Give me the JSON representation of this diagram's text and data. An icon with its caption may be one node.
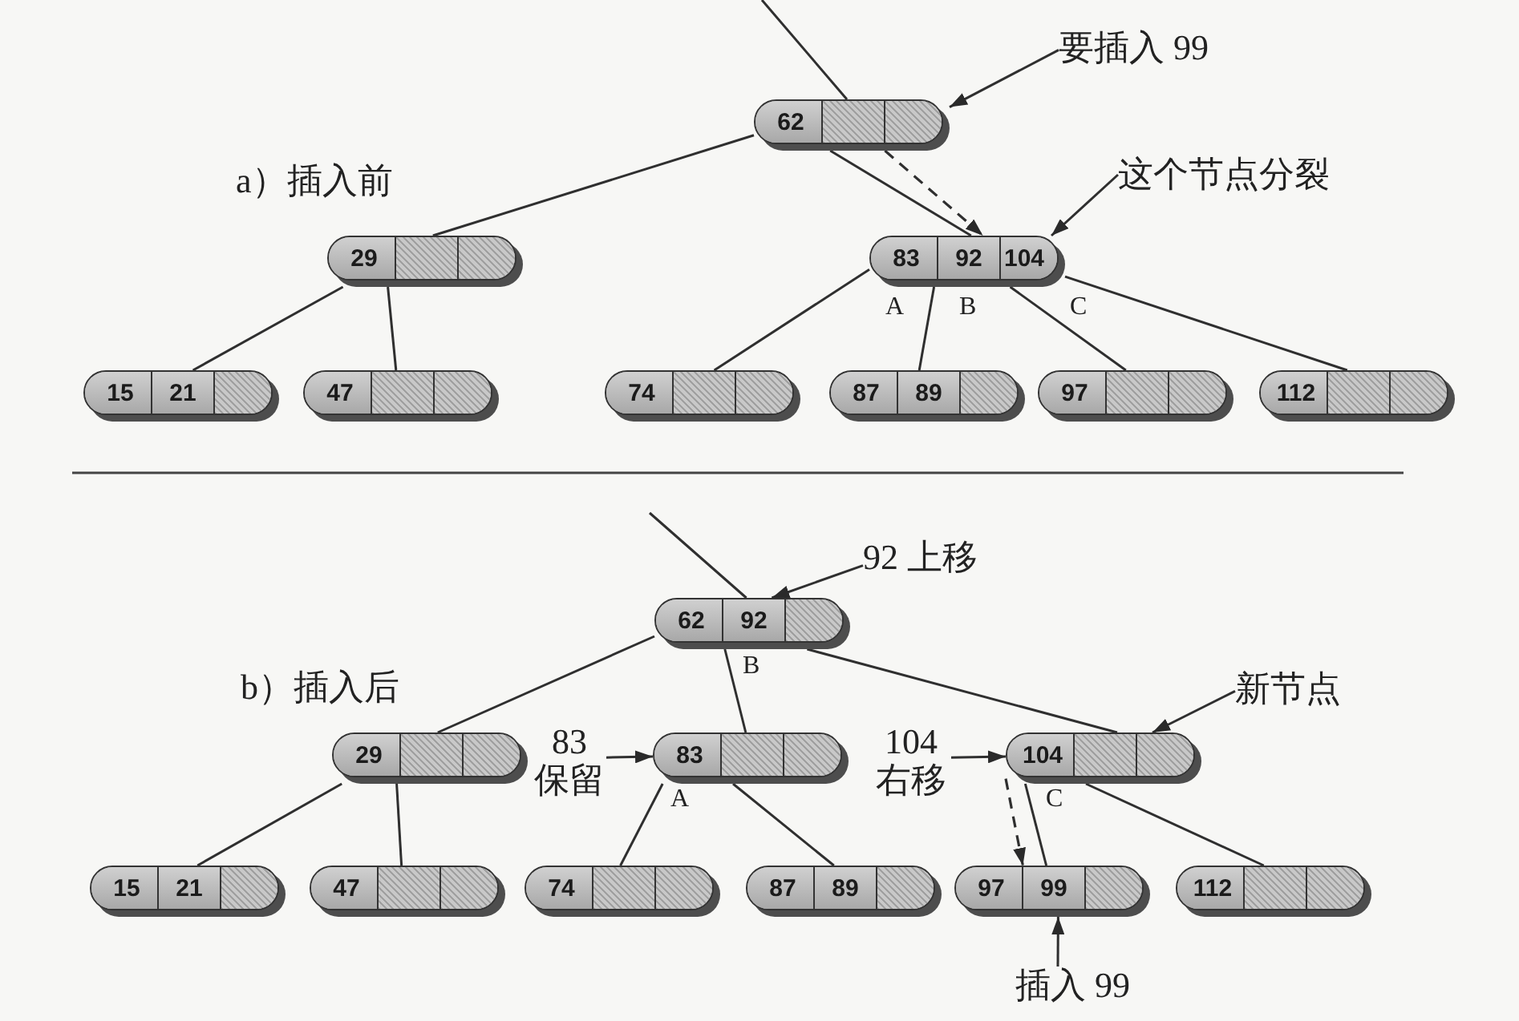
{
  "diagram": {
    "nodes": [
      {
        "text": [
          "要插入 99"
        ]
      },
      {
        "text": [
          "62"
        ]
      },
      {
        "text": [
          "这个节点分裂"
        ]
      },
      {
        "text": [
          "29"
        ]
      },
      {
        "text": [
          "83",
          "92",
          "104"
        ],
        "beside": [
          "A",
          "B",
          "C"
        ]
      },
      {
        "text": [
          "15",
          "21"
        ]
      },
      {
        "text": [
          "47"
        ]
      },
      {
        "text": [
          "74"
        ]
      },
      {
        "text": [
          "87",
          "89"
        ]
      },
      {
        "text": [
          "97"
        ]
      },
      {
        "text": [
          "112"
        ]
      },
      {
        "text": [
          "62",
          "92"
        ],
        "beside": [
          "B"
        ]
      },
      {
        "text": [
          "92 上移"
        ]
      },
      {
        "text": [
          "29"
        ]
      },
      {
        "text": [
          "83 保留"
        ]
      },
      {
        "text": [
          "83"
        ],
        "beside": [
          "A"
        ]
      },
      {
        "text": [
          "104 右移"
        ]
      },
      {
        "text": [
          "104"
        ],
        "beside": [
          "C"
        ]
      },
      {
        "text": [
          "新节点"
        ]
      },
      {
        "text": [
          "15",
          "21"
        ]
      },
      {
        "text": [
          "47"
        ]
      },
      {
        "text": [
          "74"
        ]
      },
      {
        "text": [
          "87",
          "89"
        ]
      },
      {
        "text": [
          "97",
          "99"
        ]
      },
      {
        "text": [
          "112"
        ]
      },
      {
        "text": [
          "插入 99"
        ]
      }
    ],
    "edges": [
      {
        "from": null,
        "to": 1,
        "arrow": "none"
      },
      {
        "from": 0,
        "to": 1,
        "arrow": "to"
      },
      {
        "from": 1,
        "to": 3,
        "arrow": "none"
      },
      {
        "from": 1,
        "to": 4,
        "arrow": "none"
      },
      {
        "from": 1,
        "to": 4,
        "arrow": "to",
        "style": "dashed"
      },
      {
        "from": 2,
        "to": 4,
        "arrow": "to"
      },
      {
        "from": 3,
        "to": 5,
        "arrow": "none"
      },
      {
        "from": 3,
        "to": 6,
        "arrow": "none"
      },
      {
        "from": 4,
        "to": 7,
        "arrow": "none"
      },
      {
        "from": 4,
        "to": 8,
        "arrow": "none"
      },
      {
        "from": 4,
        "to": 9,
        "arrow": "none"
      },
      {
        "from": 4,
        "to": 10,
        "arrow": "none"
      },
      {
        "from": null,
        "to": 11,
        "arrow": "none"
      },
      {
        "from": 12,
        "to": 11,
        "arrow": "to"
      },
      {
        "from": 11,
        "to": 13,
        "arrow": "none"
      },
      {
        "from": 11,
        "to": 15,
        "arrow": "none"
      },
      {
        "from": 11,
        "to": 17,
        "arrow": "none"
      },
      {
        "from": 14,
        "to": 15,
        "arrow": "to"
      },
      {
        "from": 16,
        "to": 17,
        "arrow": "to"
      },
      {
        "from": 18,
        "to": 17,
        "arrow": "to"
      },
      {
        "from": 13,
        "to": 19,
        "arrow": "none"
      },
      {
        "from": 13,
        "to": 20,
        "arrow": "none"
      },
      {
        "from": 15,
        "to": 21,
        "arrow": "none"
      },
      {
        "from": 15,
        "to": 22,
        "arrow": "none"
      },
      {
        "from": 17,
        "to": 23,
        "arrow": "none"
      },
      {
        "from": 17,
        "to": 23,
        "arrow": "to",
        "style": "dashed"
      },
      {
        "from": 17,
        "to": 24,
        "arrow": "none"
      },
      {
        "from": 25,
        "to": 23,
        "arrow": "to"
      }
    ],
    "labels": [
      "a）插入前",
      "b）插入后"
    ]
  }
}
